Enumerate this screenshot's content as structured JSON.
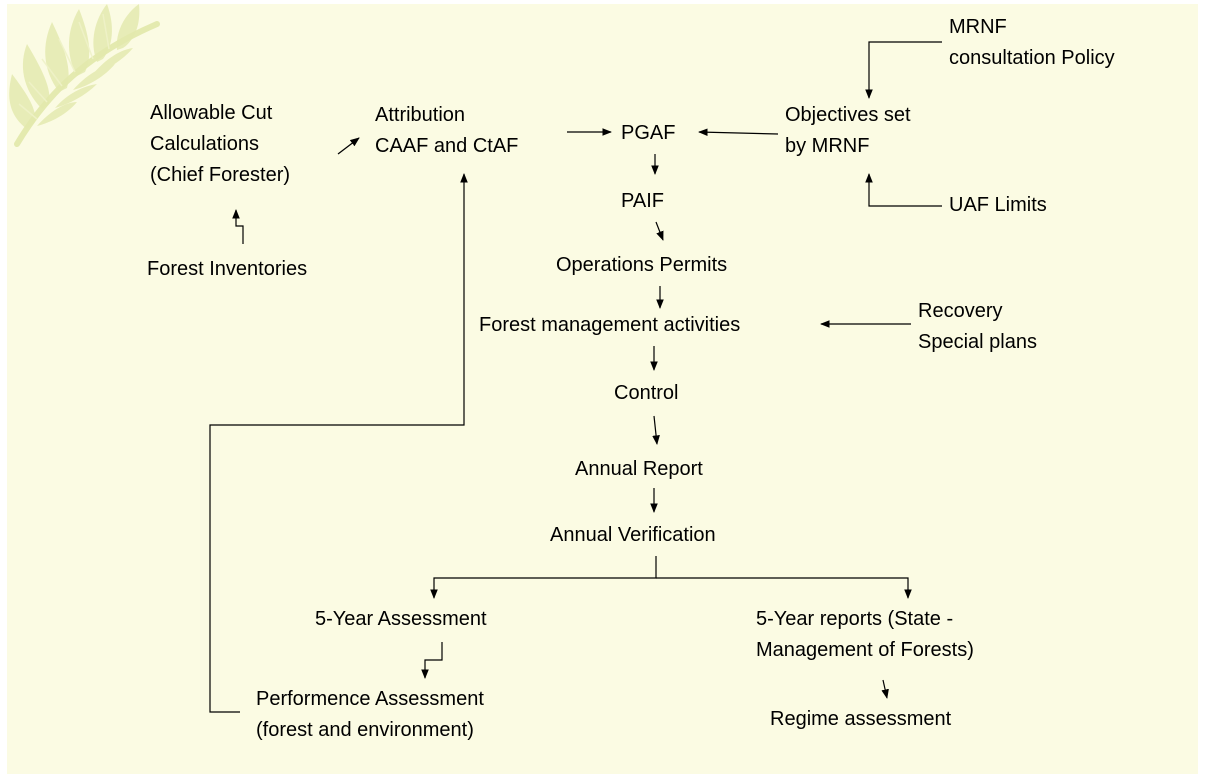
{
  "diagram": {
    "nodes": {
      "allowable_cut": [
        "Allowable Cut",
        "Calculations",
        "(Chief Forester)"
      ],
      "forest_inventories": [
        "Forest Inventories"
      ],
      "attribution": [
        "Attribution",
        "CAAF and CtAF"
      ],
      "pgaf": [
        "PGAF"
      ],
      "paif": [
        "PAIF"
      ],
      "objectives": [
        "Objectives set",
        "by MRNF"
      ],
      "mrnf_policy": [
        "MRNF",
        "consultation Policy"
      ],
      "uaf_limits": [
        "UAF Limits"
      ],
      "operations_permits": [
        "Operations Permits"
      ],
      "recovery": [
        "Recovery",
        "Special plans"
      ],
      "forest_mgmt": [
        "Forest management activities"
      ],
      "control": [
        "Control"
      ],
      "annual_report": [
        "Annual Report"
      ],
      "annual_verification": [
        "Annual Verification"
      ],
      "five_year_assessment": [
        "5-Year Assessment"
      ],
      "five_year_reports": [
        "5-Year reports (State -",
        "Management of Forests)"
      ],
      "performance": [
        "Performence Assessment",
        "(forest and environment)"
      ],
      "regime": [
        "Regime assessment"
      ]
    },
    "edges": [
      {
        "from": "forest_inventories",
        "to": "allowable_cut"
      },
      {
        "from": "allowable_cut",
        "to": "attribution"
      },
      {
        "from": "attribution",
        "to": "pgaf"
      },
      {
        "from": "objectives",
        "to": "pgaf"
      },
      {
        "from": "mrnf_policy",
        "to": "objectives"
      },
      {
        "from": "uaf_limits",
        "to": "objectives"
      },
      {
        "from": "pgaf",
        "to": "paif"
      },
      {
        "from": "paif",
        "to": "operations_permits"
      },
      {
        "from": "operations_permits",
        "to": "forest_mgmt"
      },
      {
        "from": "recovery",
        "to": "forest_mgmt"
      },
      {
        "from": "forest_mgmt",
        "to": "control"
      },
      {
        "from": "control",
        "to": "annual_report"
      },
      {
        "from": "annual_report",
        "to": "annual_verification"
      },
      {
        "from": "annual_verification",
        "to": "five_year_assessment"
      },
      {
        "from": "annual_verification",
        "to": "five_year_reports"
      },
      {
        "from": "five_year_assessment",
        "to": "performance"
      },
      {
        "from": "five_year_reports",
        "to": "regime"
      },
      {
        "from": "performance",
        "to": "attribution"
      }
    ]
  }
}
